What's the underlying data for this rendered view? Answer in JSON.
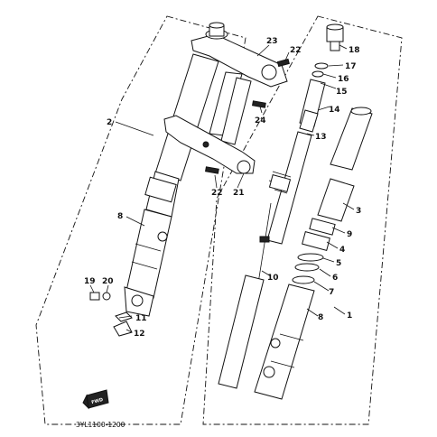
{
  "diagram": {
    "callouts": {
      "c1": "1",
      "c2": "2",
      "c3": "3",
      "c4": "4",
      "c5": "5",
      "c6": "6",
      "c7": "7",
      "c8_left": "8",
      "c8_right": "8",
      "c9": "9",
      "c10": "10",
      "c11": "11",
      "c12": "12",
      "c13": "13",
      "c14": "14",
      "c15": "15",
      "c16": "16",
      "c17": "17",
      "c18": "18",
      "c19": "19",
      "c20": "20",
      "c21": "21",
      "c22_top": "22",
      "c22_bottom": "22",
      "c23": "23",
      "c24": "24"
    },
    "fwd_label": "FWD",
    "drawing_code": "3YL1100-1200"
  }
}
